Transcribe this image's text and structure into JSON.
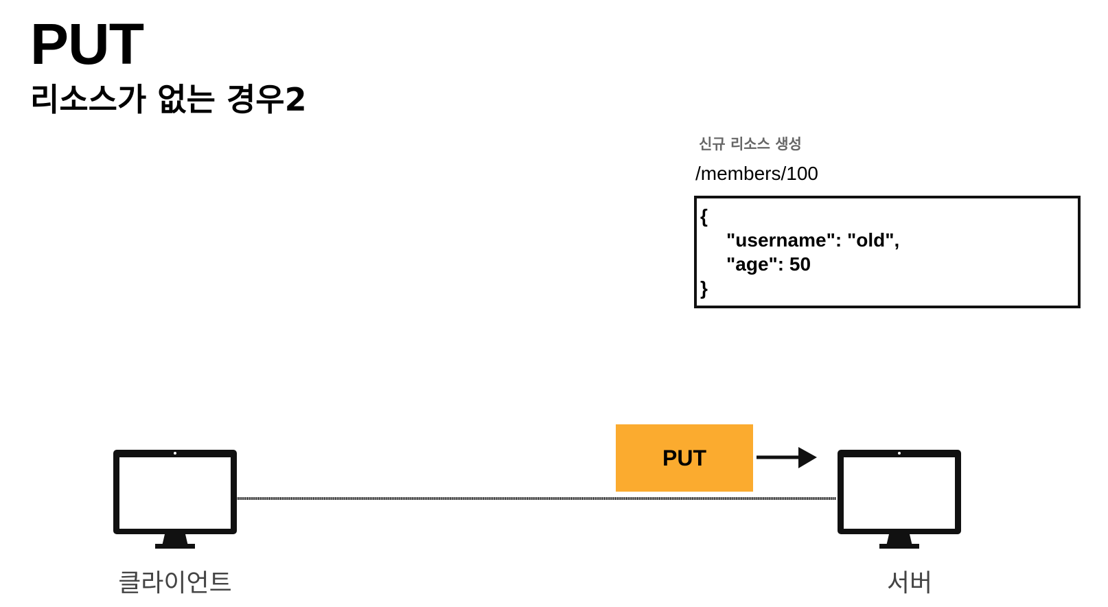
{
  "title": "PUT",
  "subtitle": "리소스가 없는 경우2",
  "resource": {
    "note": "신규 리소스 생성",
    "path": "/members/100",
    "json_lines": [
      "{",
      "\"username\": \"old\",",
      "\"age\": 50",
      "}"
    ]
  },
  "request": {
    "method_label": "PUT",
    "color": "#fbab2f"
  },
  "nodes": {
    "client_label": "클라이언트",
    "server_label": "서버"
  }
}
